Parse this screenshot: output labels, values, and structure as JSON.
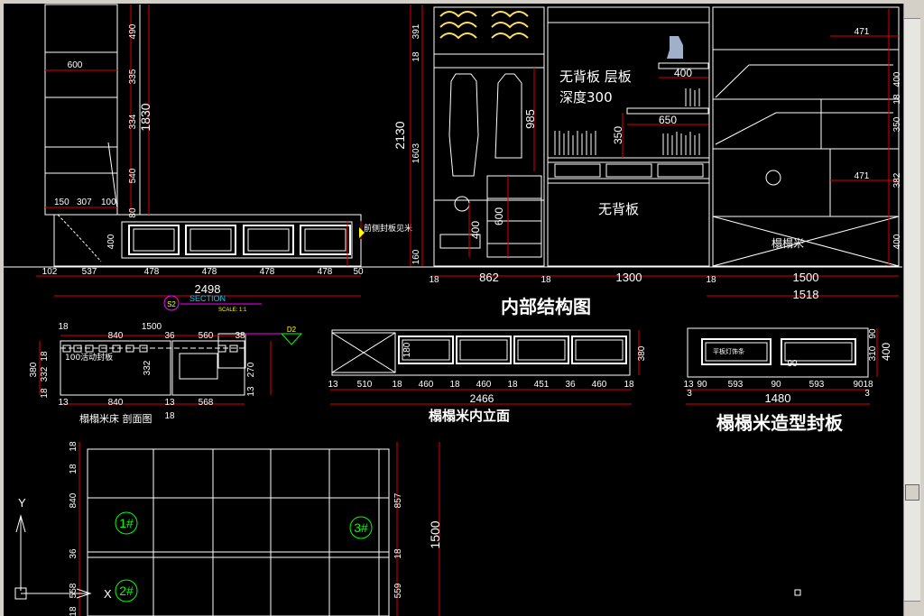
{
  "canvas": {
    "titles": {
      "internal_structure": "内部结构图",
      "tatami_elevation": "榻榻米内立面",
      "tatami_panel": "榻榻米造型封板",
      "tatami_section": "榻榻米床   剖面图",
      "section_mark": "SECTION",
      "section_scale": "SCALE:   1:1",
      "section_id_s2": "S2",
      "section_id_d2": "D2"
    },
    "notes": {
      "no_back_panel_shelf": "无背板  层板",
      "depth_300": "深度300",
      "no_back_panel": "无背板",
      "tatami": "榻榻米",
      "side_panel_note": "前侧封板见米",
      "movable_cover": "100活动封板",
      "light_strip": "平板灯饰条"
    },
    "dimensions": {
      "top_bottom_row": [
        "102",
        "537",
        "478",
        "478",
        "478",
        "478",
        "50"
      ],
      "total_2498": "2498",
      "mid_bottom_row": [
        "18",
        "862",
        "18",
        "1300",
        "18",
        "1500"
      ],
      "total_1518": "1518",
      "height_2130": "2130",
      "height_1830": "1830",
      "height_985": "985",
      "height_1500": "1500",
      "height_400": "400",
      "height_600": "600",
      "width_600": "600",
      "width_400": "400",
      "width_650": "650",
      "height_350": "350",
      "width_471a": "471",
      "width_471b": "471",
      "left_col_vals": [
        "490",
        "335",
        "334",
        "540",
        "80",
        "400"
      ],
      "left_small_row": [
        "150",
        "307",
        "100"
      ],
      "mid_left_vals": [
        "391",
        "18",
        "1603",
        "160"
      ],
      "right_col_vals": [
        "18",
        "400",
        "350",
        "382",
        "400"
      ],
      "section_top": [
        "18",
        "840",
        "36",
        "560",
        "38"
      ],
      "section_mid_1500": "1500",
      "section_bottom": [
        "13",
        "840",
        "13",
        "568",
        "18"
      ],
      "section_side": [
        "380",
        "18",
        "332",
        "18"
      ],
      "section_inner": [
        "332",
        "270",
        "13"
      ],
      "elev_row": [
        "13",
        "510",
        "18",
        "460",
        "18",
        "460",
        "18",
        "451",
        "36",
        "460",
        "18"
      ],
      "elev_total": "2466",
      "elev_h": "380",
      "elev_inner": "180",
      "panel_row": [
        "13",
        "90",
        "593",
        "90",
        "593",
        "90",
        "18"
      ],
      "panel_total": "1480",
      "panel_small": [
        "3",
        "3"
      ],
      "panel_h": [
        "310",
        "90",
        "400"
      ],
      "panel_inner": "90",
      "bottom_left": [
        "18",
        "18",
        "840",
        "36",
        "558",
        "18"
      ],
      "bottom_right": [
        "857",
        "18",
        "559"
      ],
      "circle_1": "1#",
      "circle_2": "2#",
      "circle_3": "3#"
    },
    "ucs": {
      "y_label": "Y",
      "x_label": "X"
    }
  },
  "colors": {
    "background": "#000000",
    "line": "#ffffff",
    "dimension": "#e00000",
    "marker": "#ffff00",
    "label": "#00ff00"
  }
}
